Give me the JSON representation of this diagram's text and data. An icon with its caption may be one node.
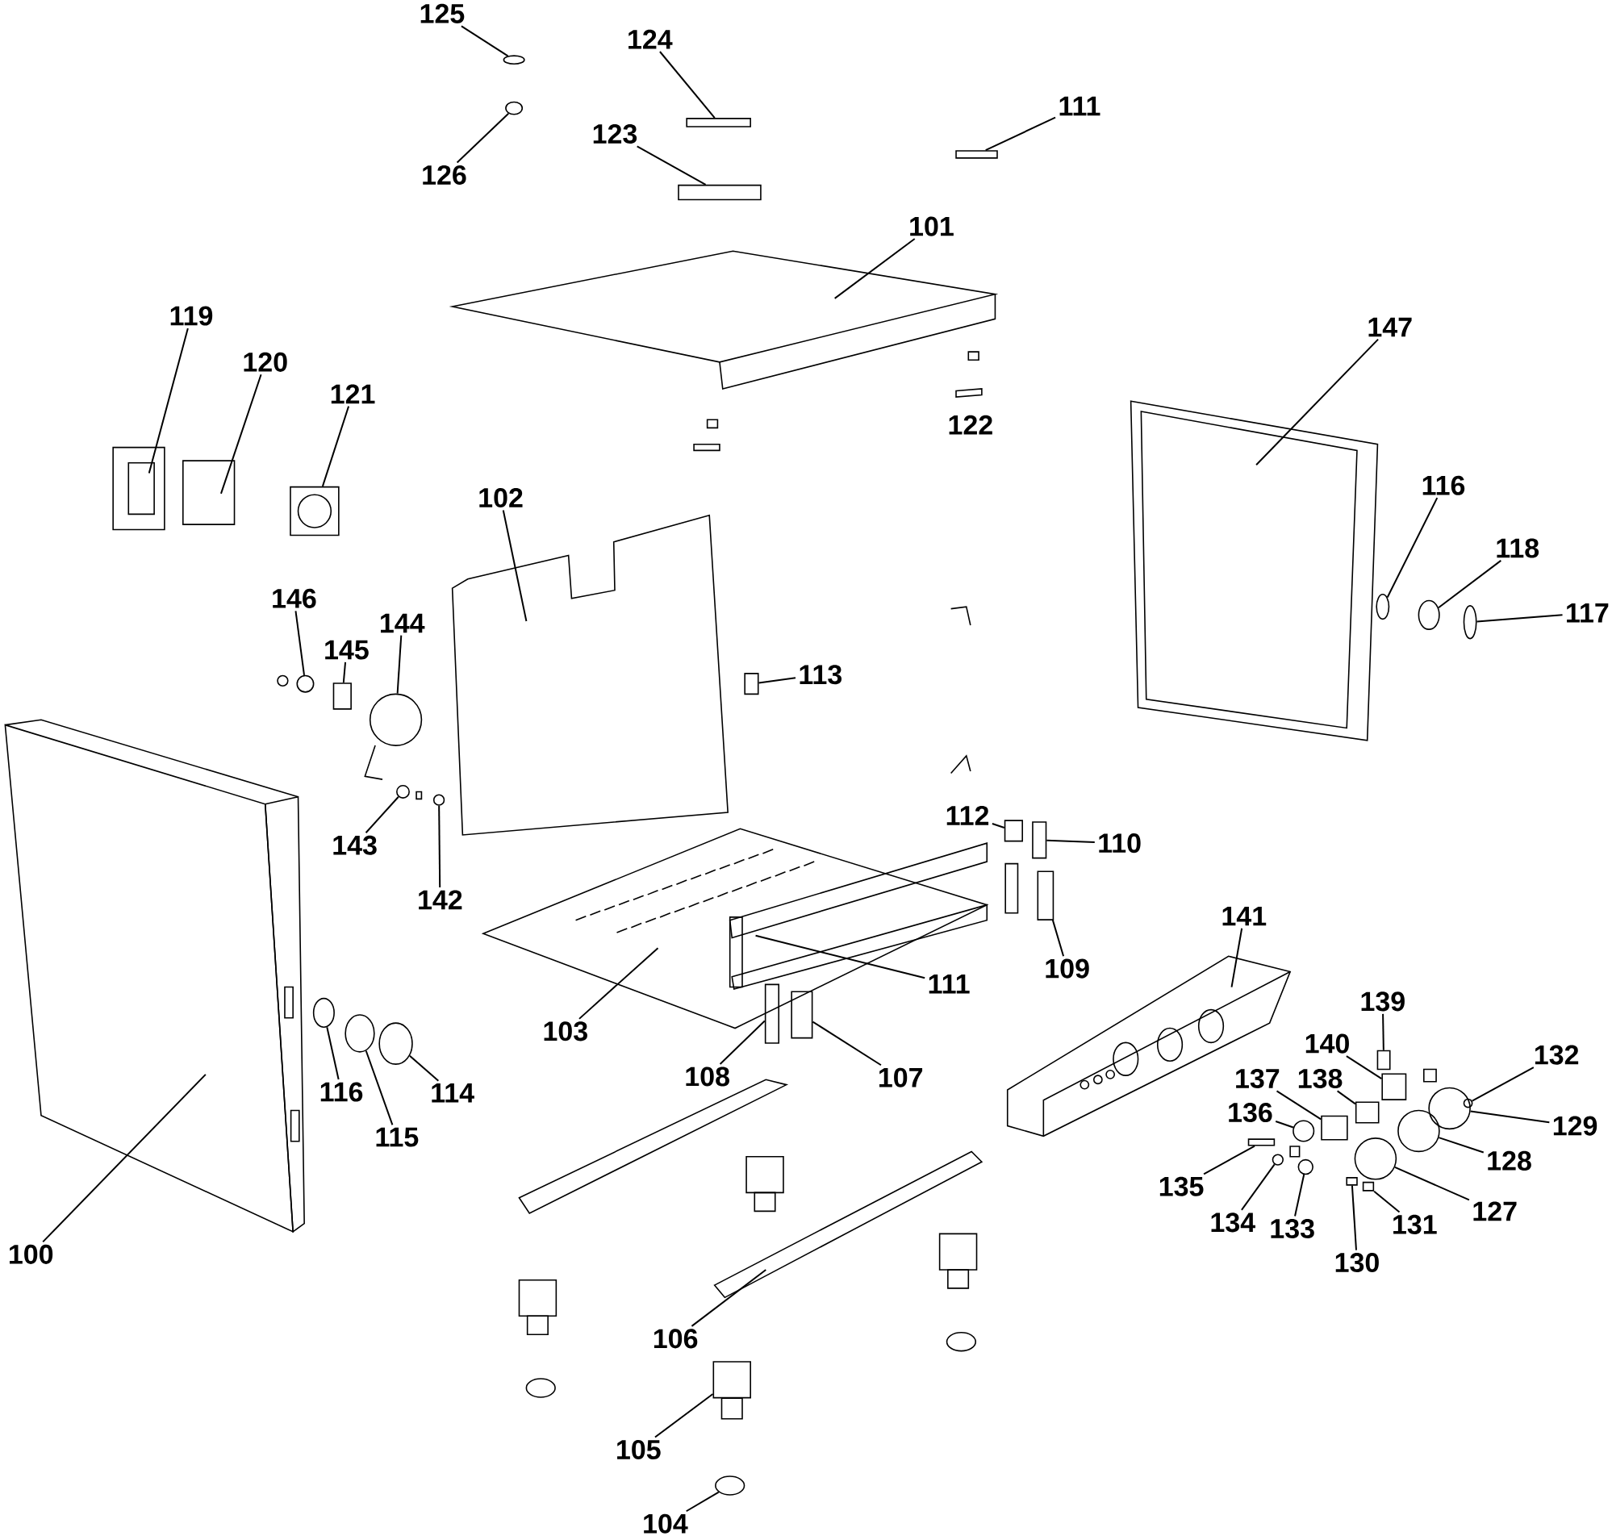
{
  "diagram": {
    "nodes": [
      {
        "text": [
          "125"
        ]
      },
      {
        "text": [
          "124"
        ]
      },
      {
        "text": [
          "111"
        ]
      },
      {
        "text": [
          "123"
        ]
      },
      {
        "text": [
          "126"
        ]
      },
      {
        "text": [
          "101"
        ]
      },
      {
        "text": [
          "119"
        ]
      },
      {
        "text": [
          "147"
        ]
      },
      {
        "text": [
          "120"
        ]
      },
      {
        "text": [
          "121"
        ]
      },
      {
        "text": [
          "116"
        ]
      },
      {
        "text": [
          "102"
        ]
      },
      {
        "text": [
          "118"
        ]
      },
      {
        "text": [
          "146"
        ]
      },
      {
        "text": [
          "117"
        ]
      },
      {
        "text": [
          "144"
        ]
      },
      {
        "text": [
          "145"
        ]
      },
      {
        "text": [
          "113"
        ]
      },
      {
        "text": [
          "112"
        ]
      },
      {
        "text": [
          "110"
        ]
      },
      {
        "text": [
          "143"
        ]
      },
      {
        "text": [
          "142"
        ]
      },
      {
        "text": [
          "141"
        ]
      },
      {
        "text": [
          "109"
        ]
      },
      {
        "text": [
          "111"
        ]
      },
      {
        "text": [
          "139"
        ]
      },
      {
        "text": [
          "103"
        ]
      },
      {
        "text": [
          "140"
        ]
      },
      {
        "text": [
          "132"
        ]
      },
      {
        "text": [
          "108"
        ]
      },
      {
        "text": [
          "107"
        ]
      },
      {
        "text": [
          "137"
        ]
      },
      {
        "text": [
          "138"
        ]
      },
      {
        "text": [
          "116"
        ]
      },
      {
        "text": [
          "114"
        ]
      },
      {
        "text": [
          "136"
        ]
      },
      {
        "text": [
          "129"
        ]
      },
      {
        "text": [
          "115"
        ]
      },
      {
        "text": [
          "128"
        ]
      },
      {
        "text": [
          "135"
        ]
      },
      {
        "text": [
          "127"
        ]
      },
      {
        "text": [
          "134"
        ]
      },
      {
        "text": [
          "131"
        ]
      },
      {
        "text": [
          "133"
        ]
      },
      {
        "text": [
          "100"
        ]
      },
      {
        "text": [
          "130"
        ]
      },
      {
        "text": [
          "106"
        ]
      },
      {
        "text": [
          "105"
        ]
      },
      {
        "text": [
          "104"
        ]
      },
      {
        "text": [],
        "shape": "circle"
      },
      {
        "text": [],
        "shape": "box"
      },
      {
        "text": [],
        "shape": "box"
      },
      {
        "text": [],
        "shape": "box"
      },
      {
        "text": [],
        "shape": "circle"
      },
      {
        "text": [],
        "shape": "box"
      },
      {
        "text": [],
        "shape": "circle"
      },
      {
        "text": [],
        "shape": "circle"
      },
      {
        "text": [],
        "shape": "circle"
      },
      {
        "text": [],
        "shape": "circle"
      },
      {
        "text": [],
        "shape": "circle"
      },
      {
        "text": [],
        "shape": "box"
      },
      {
        "text": [],
        "shape": "box"
      },
      {
        "text": [],
        "shape": "box"
      },
      {
        "text": [],
        "shape": "box"
      },
      {
        "text": [],
        "shape": "circle"
      },
      {
        "text": [],
        "shape": "circle"
      },
      {
        "text": [],
        "shape": "box"
      },
      {
        "text": [],
        "shape": "box"
      },
      {
        "text": [],
        "shape": "box"
      },
      {
        "text": [],
        "shape": "circle"
      },
      {
        "text": [],
        "shape": "box"
      },
      {
        "text": [],
        "shape": "box"
      },
      {
        "text": [],
        "shape": "box"
      },
      {
        "text": [],
        "shape": "box"
      },
      {
        "text": [],
        "shape": "circle"
      },
      {
        "text": [],
        "shape": "circle"
      },
      {
        "text": [],
        "shape": "circle"
      },
      {
        "text": [],
        "shape": "circle"
      },
      {
        "text": [],
        "shape": "circle"
      },
      {
        "text": [],
        "shape": "circle"
      },
      {
        "text": [],
        "shape": "box"
      },
      {
        "text": [],
        "shape": "circle"
      },
      {
        "text": [],
        "shape": "circle"
      },
      {
        "text": [],
        "shape": "box"
      },
      {
        "text": [],
        "shape": "circle"
      },
      {
        "text": [],
        "shape": "box"
      },
      {
        "text": [],
        "shape": "box"
      },
      {
        "text": [],
        "shape": "circle"
      }
    ],
    "edges": [
      {
        "from": 0,
        "to": 49,
        "arrow": "none"
      },
      {
        "from": 1,
        "to": 50,
        "arrow": "none"
      },
      {
        "from": 2,
        "to": 51,
        "arrow": "none"
      },
      {
        "from": 3,
        "to": 52,
        "arrow": "none"
      },
      {
        "from": 4,
        "to": 53,
        "arrow": "none"
      },
      {
        "from": 5,
        "to": null,
        "arrow": "none"
      },
      {
        "from": 6,
        "to": null,
        "arrow": "none"
      },
      {
        "from": 7,
        "to": null,
        "arrow": "none"
      },
      {
        "from": 8,
        "to": null,
        "arrow": "none"
      },
      {
        "from": 9,
        "to": 54,
        "arrow": "none"
      },
      {
        "from": 10,
        "to": 55,
        "arrow": "none"
      },
      {
        "from": 11,
        "to": null,
        "arrow": "none"
      },
      {
        "from": 12,
        "to": 56,
        "arrow": "none"
      },
      {
        "from": 13,
        "to": 57,
        "arrow": "none"
      },
      {
        "from": 14,
        "to": 58,
        "arrow": "none"
      },
      {
        "from": 15,
        "to": 59,
        "arrow": "none"
      },
      {
        "from": 16,
        "to": 60,
        "arrow": "none"
      },
      {
        "from": 17,
        "to": 61,
        "arrow": "none"
      },
      {
        "from": 18,
        "to": 62,
        "arrow": "none"
      },
      {
        "from": 19,
        "to": 63,
        "arrow": "none"
      },
      {
        "from": 20,
        "to": 64,
        "arrow": "none"
      },
      {
        "from": 21,
        "to": 65,
        "arrow": "none"
      },
      {
        "from": 22,
        "to": null,
        "arrow": "none"
      },
      {
        "from": 23,
        "to": 66,
        "arrow": "none"
      },
      {
        "from": 24,
        "to": null,
        "arrow": "none"
      },
      {
        "from": 25,
        "to": 67,
        "arrow": "none"
      },
      {
        "from": 26,
        "to": null,
        "arrow": "none"
      },
      {
        "from": 27,
        "to": 68,
        "arrow": "none"
      },
      {
        "from": 28,
        "to": 69,
        "arrow": "none"
      },
      {
        "from": 29,
        "to": 70,
        "arrow": "none"
      },
      {
        "from": 30,
        "to": 71,
        "arrow": "none"
      },
      {
        "from": 31,
        "to": 72,
        "arrow": "none"
      },
      {
        "from": 32,
        "to": 73,
        "arrow": "none"
      },
      {
        "from": 33,
        "to": 74,
        "arrow": "none"
      },
      {
        "from": 34,
        "to": 75,
        "arrow": "none"
      },
      {
        "from": 35,
        "to": 76,
        "arrow": "none"
      },
      {
        "from": 36,
        "to": 77,
        "arrow": "none"
      },
      {
        "from": 37,
        "to": 78,
        "arrow": "none"
      },
      {
        "from": 38,
        "to": 79,
        "arrow": "none"
      },
      {
        "from": 39,
        "to": 80,
        "arrow": "none"
      },
      {
        "from": 40,
        "to": 81,
        "arrow": "none"
      },
      {
        "from": 41,
        "to": 82,
        "arrow": "none"
      },
      {
        "from": 42,
        "to": 83,
        "arrow": "none"
      },
      {
        "from": 43,
        "to": 84,
        "arrow": "none"
      },
      {
        "from": 44,
        "to": null,
        "arrow": "none"
      },
      {
        "from": 45,
        "to": 85,
        "arrow": "none"
      },
      {
        "from": 46,
        "to": null,
        "arrow": "none"
      },
      {
        "from": 47,
        "to": 86,
        "arrow": "none"
      },
      {
        "from": 48,
        "to": 87,
        "arrow": "none"
      }
    ],
    "labels": [
      "122"
    ]
  }
}
